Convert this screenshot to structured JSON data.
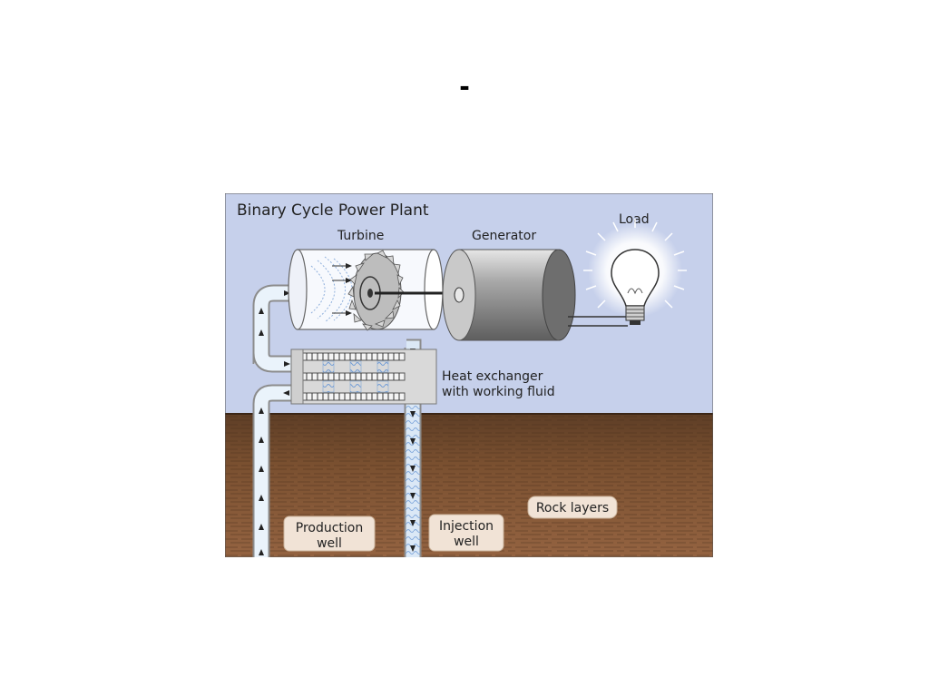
{
  "slide": {
    "title": "-"
  },
  "diagram": {
    "title": "Binary Cycle Power Plant",
    "labels": {
      "turbine": "Turbine",
      "generator": "Generator",
      "load": "Load",
      "heat_exchanger_line1": "Heat exchanger",
      "heat_exchanger_line2": "with working fluid",
      "rock_layers": "Rock layers",
      "production_line1": "Production",
      "production_line2": "well",
      "injection_line1": "Injection",
      "injection_line2": "well"
    },
    "colors": {
      "sky": "#c6d0eb",
      "soil_top": "#6e4a30",
      "soil_bottom": "#8a5c3a",
      "pipe": "#eaf3fb",
      "pipe_outline": "#8c8c8c",
      "fluid": "#86aee0",
      "generator": "#8f8f8f",
      "label_box": "#f1e3d6"
    }
  }
}
